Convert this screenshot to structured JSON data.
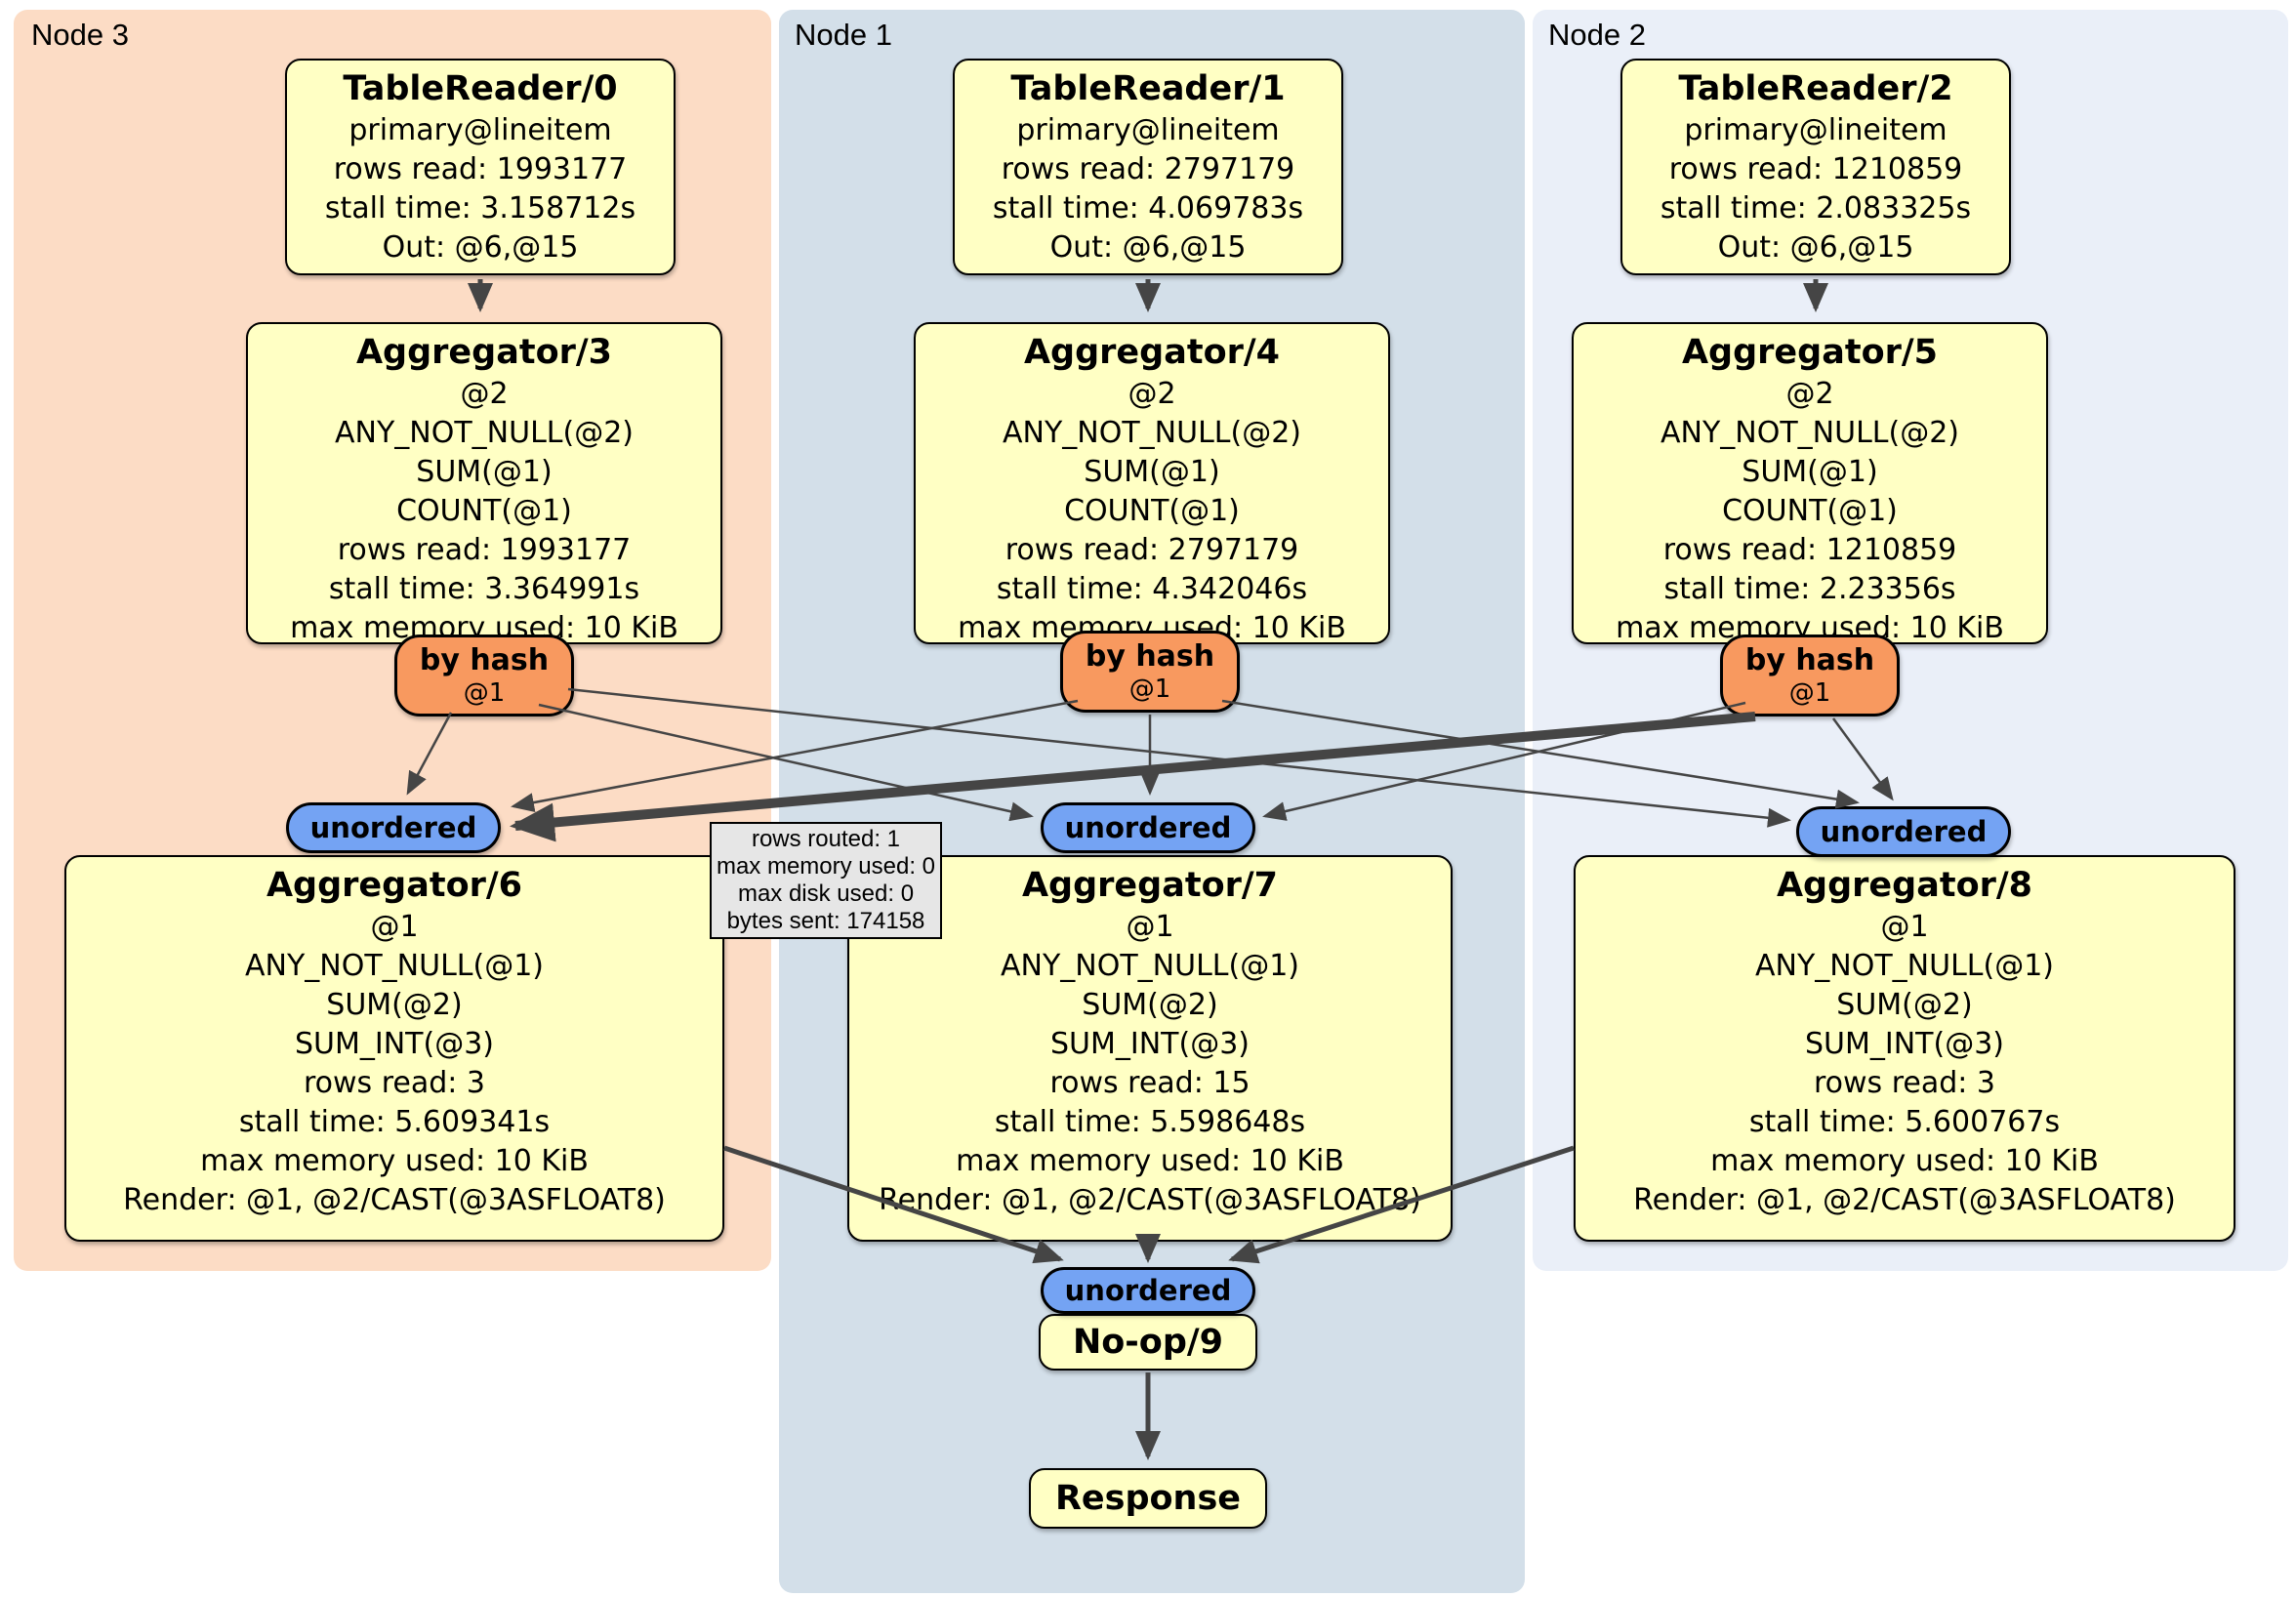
{
  "colors": {
    "background": "#ffffff",
    "node3_bg": "#fcdcc5",
    "node1_bg": "#d3dfe9",
    "node2_bg": "#eaeff8",
    "box_fill": "#ffffc4",
    "box_border": "#000000",
    "router_fill": "#f8995f",
    "sync_fill": "#74a3f3",
    "edge": "#454545",
    "tooltip_bg": "#e6e6e6",
    "text": "#000000"
  },
  "regions": {
    "node3": {
      "label": "Node 3"
    },
    "node1": {
      "label": "Node 1"
    },
    "node2": {
      "label": "Node 2"
    }
  },
  "processors": {
    "tr0": {
      "title": "TableReader/0",
      "lines": [
        "primary@lineitem",
        "rows read: 1993177",
        "stall time: 3.158712s",
        "Out: @6,@15"
      ]
    },
    "tr1": {
      "title": "TableReader/1",
      "lines": [
        "primary@lineitem",
        "rows read: 2797179",
        "stall time: 4.069783s",
        "Out: @6,@15"
      ]
    },
    "tr2": {
      "title": "TableReader/2",
      "lines": [
        "primary@lineitem",
        "rows read: 1210859",
        "stall time: 2.083325s",
        "Out: @6,@15"
      ]
    },
    "agg3": {
      "title": "Aggregator/3",
      "lines": [
        "@2",
        "ANY_NOT_NULL(@2)",
        "SUM(@1)",
        "COUNT(@1)",
        "rows read: 1993177",
        "stall time: 3.364991s",
        "max memory used: 10 KiB"
      ]
    },
    "agg4": {
      "title": "Aggregator/4",
      "lines": [
        "@2",
        "ANY_NOT_NULL(@2)",
        "SUM(@1)",
        "COUNT(@1)",
        "rows read: 2797179",
        "stall time: 4.342046s",
        "max memory used: 10 KiB"
      ]
    },
    "agg5": {
      "title": "Aggregator/5",
      "lines": [
        "@2",
        "ANY_NOT_NULL(@2)",
        "SUM(@1)",
        "COUNT(@1)",
        "rows read: 1210859",
        "stall time: 2.23356s",
        "max memory used: 10 KiB"
      ]
    },
    "agg6": {
      "title": "Aggregator/6",
      "lines": [
        "@1",
        "ANY_NOT_NULL(@1)",
        "SUM(@2)",
        "SUM_INT(@3)",
        "rows read: 3",
        "stall time: 5.609341s",
        "max memory used: 10 KiB",
        "Render: @1, @2/CAST(@3ASFLOAT8)"
      ]
    },
    "agg7": {
      "title": "Aggregator/7",
      "lines": [
        "@1",
        "ANY_NOT_NULL(@1)",
        "SUM(@2)",
        "SUM_INT(@3)",
        "rows read: 15",
        "stall time: 5.598648s",
        "max memory used: 10 KiB",
        "Render: @1, @2/CAST(@3ASFLOAT8)"
      ]
    },
    "agg8": {
      "title": "Aggregator/8",
      "lines": [
        "@1",
        "ANY_NOT_NULL(@1)",
        "SUM(@2)",
        "SUM_INT(@3)",
        "rows read: 3",
        "stall time: 5.600767s",
        "max memory used: 10 KiB",
        "Render: @1, @2/CAST(@3ASFLOAT8)"
      ]
    },
    "noop": {
      "title": "No-op/9"
    },
    "response": {
      "title": "Response"
    }
  },
  "routers": {
    "r3": {
      "label": "by hash",
      "detail": "@1"
    },
    "r4": {
      "label": "by hash",
      "detail": "@1"
    },
    "r5": {
      "label": "by hash",
      "detail": "@1"
    }
  },
  "syncs": {
    "s6": {
      "label": "unordered"
    },
    "s7": {
      "label": "unordered"
    },
    "s8": {
      "label": "unordered"
    },
    "sf": {
      "label": "unordered"
    }
  },
  "tooltip": {
    "lines": [
      "rows routed: 1",
      "max memory used: 0",
      "max disk used: 0",
      "bytes sent: 174158"
    ]
  }
}
